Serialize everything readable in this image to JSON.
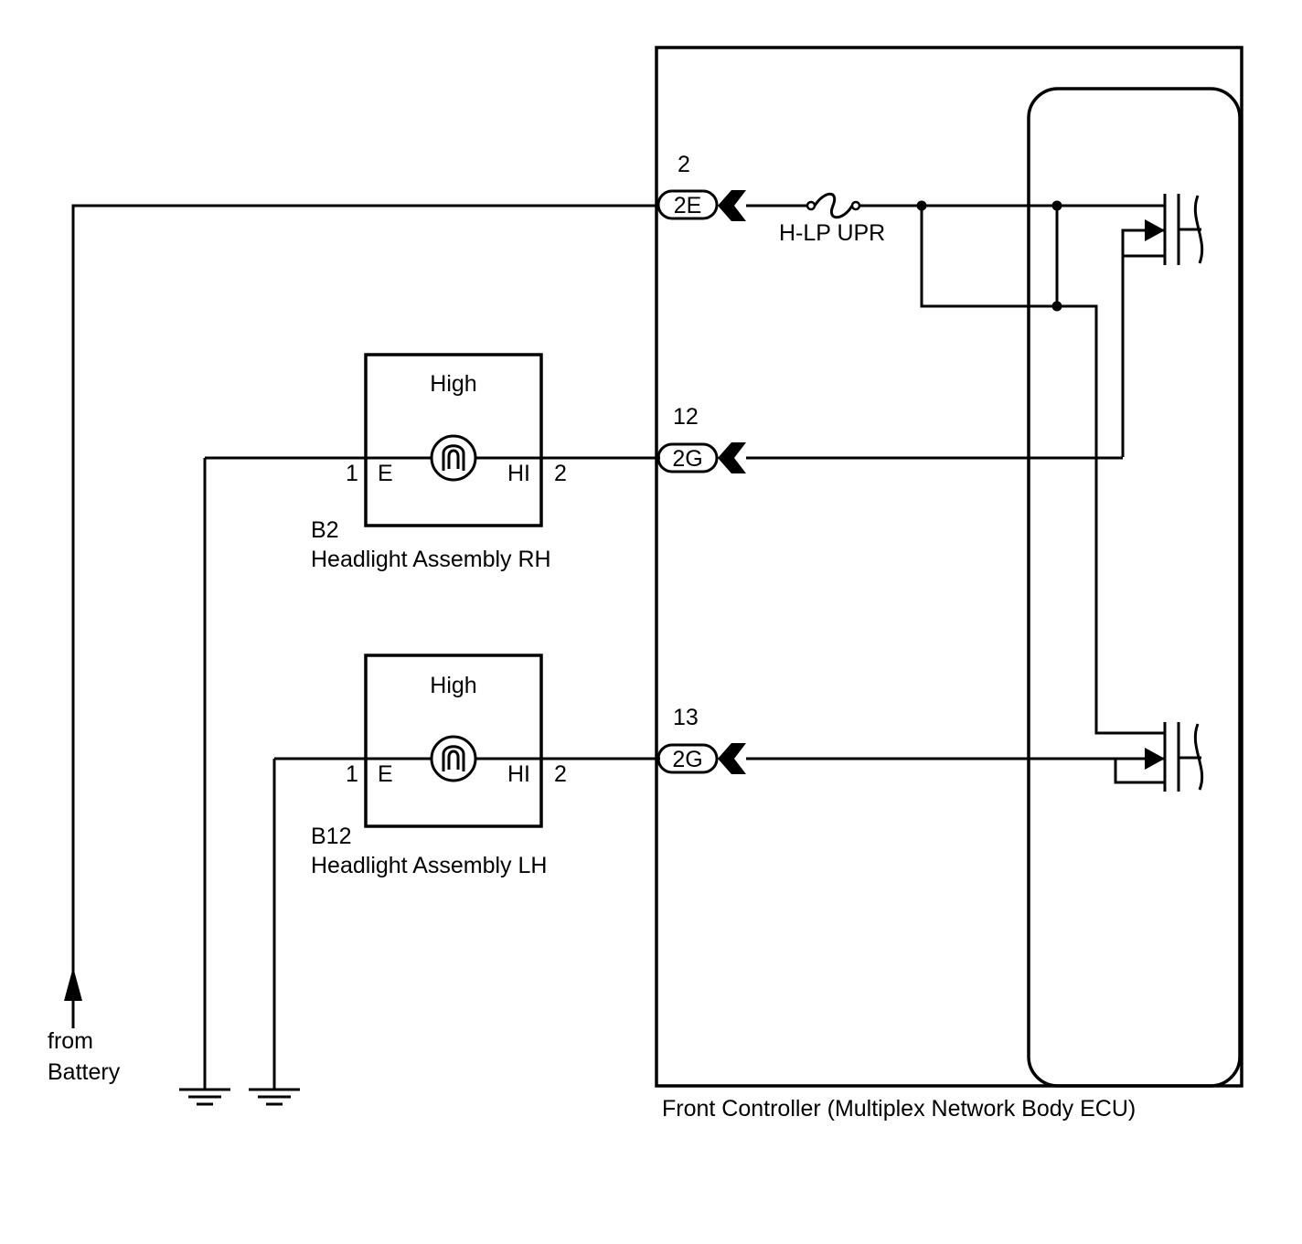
{
  "ecu": {
    "name": "Front Controller (Multiplex Network Body ECU)",
    "fuse_label": "H-LP UPR"
  },
  "connectors": [
    {
      "pin": "2",
      "code": "2E"
    },
    {
      "pin": "12",
      "code": "2G"
    },
    {
      "pin": "13",
      "code": "2G"
    }
  ],
  "headlights": [
    {
      "code": "B2",
      "name": "Headlight Assembly RH",
      "title": "High",
      "pin_left": "1",
      "term_left": "E",
      "term_right": "HI",
      "pin_right": "2"
    },
    {
      "code": "B12",
      "name": "Headlight Assembly LH",
      "title": "High",
      "pin_left": "1",
      "term_left": "E",
      "term_right": "HI",
      "pin_right": "2"
    }
  ],
  "battery": {
    "line1": "from",
    "line2": "Battery"
  },
  "icons": [
    "bulb-icon",
    "fuse-icon",
    "mosfet-icon",
    "ground-icon",
    "arrow-up-icon",
    "connector-icon",
    "junction-dot-icon"
  ]
}
